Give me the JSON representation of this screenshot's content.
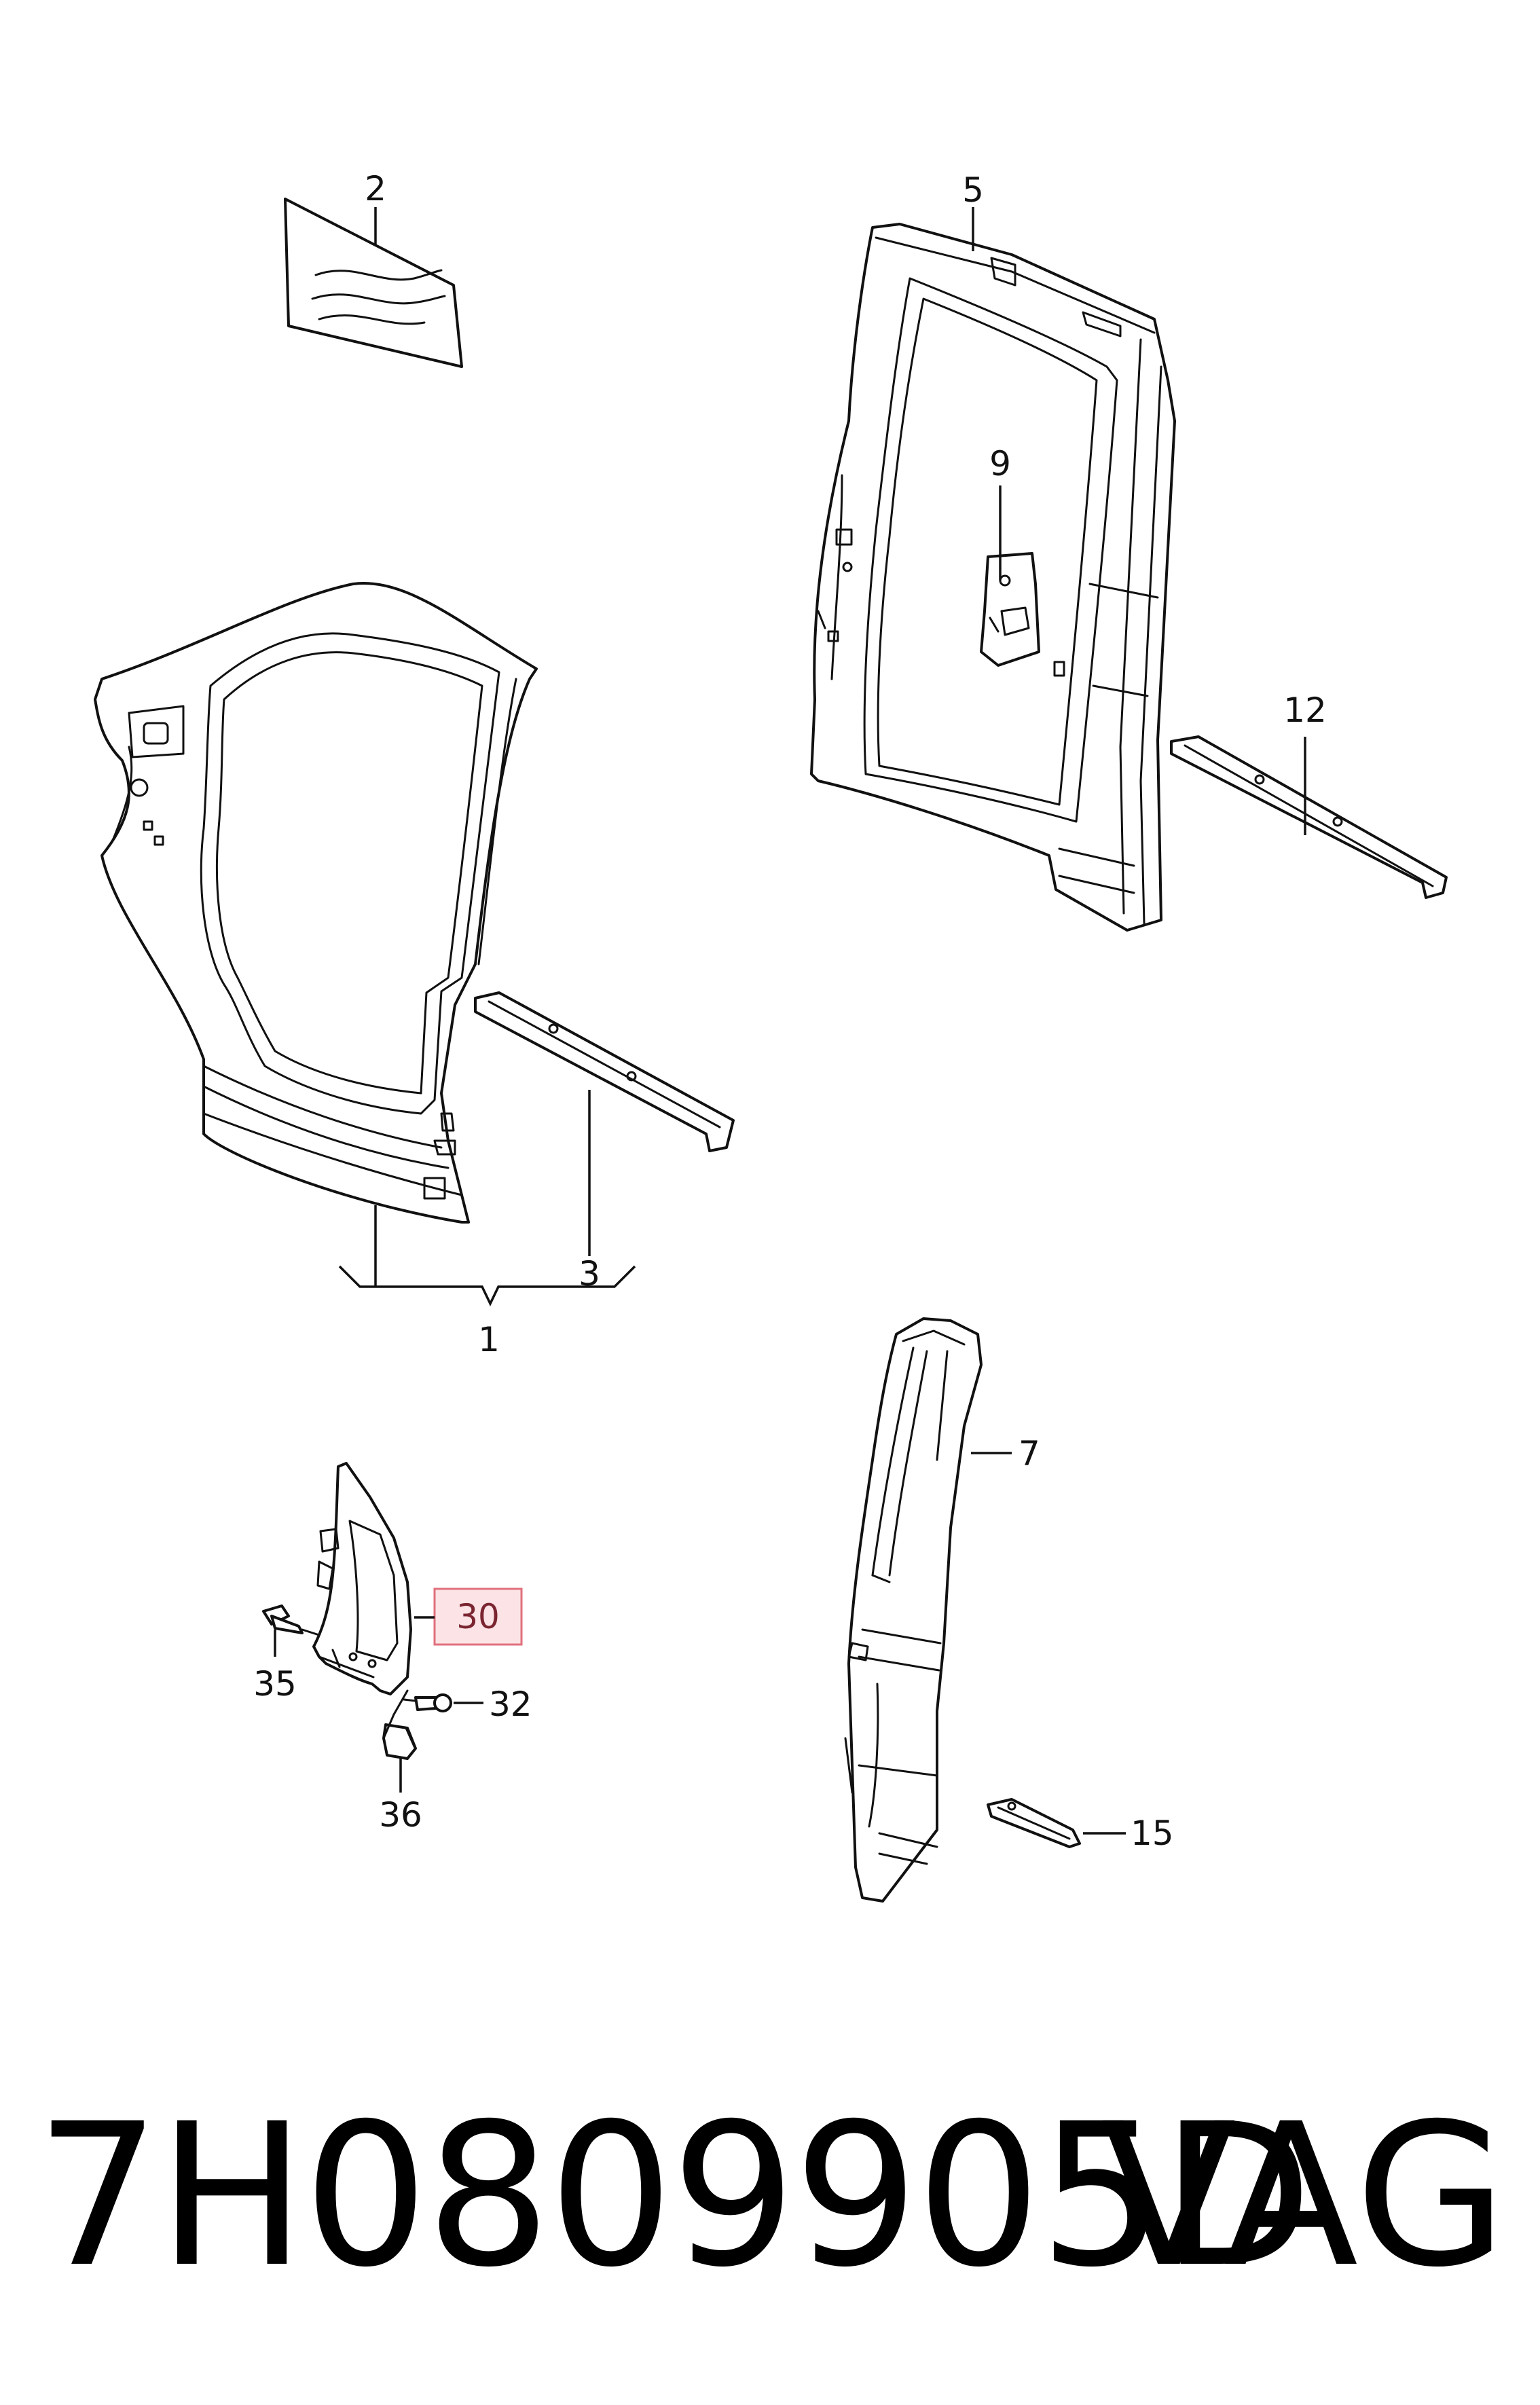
{
  "callouts": {
    "c1": "1",
    "c2": "2",
    "c3": "3",
    "c5": "5",
    "c7": "7",
    "c9": "9",
    "c12": "12",
    "c15": "15",
    "c30": "30",
    "c32": "32",
    "c35": "35",
    "c36": "36"
  },
  "highlighted_callout": "30",
  "highlight_color": "#e0707c",
  "footer": {
    "part_number": "7H0809905D",
    "brand": "VAG"
  }
}
